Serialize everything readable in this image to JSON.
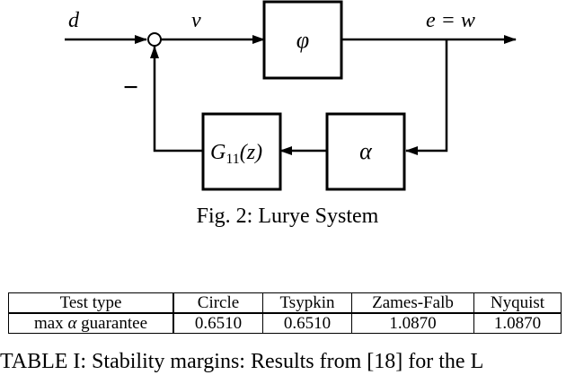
{
  "figure": {
    "signals": {
      "d": "d",
      "v": "v",
      "e_eq_w": "e = w",
      "minus": "−"
    },
    "blocks": {
      "phi": "φ",
      "alpha": "α",
      "g11": "G",
      "g11_sub": "11",
      "g11_arg": "(z)"
    },
    "caption": "Fig. 2: Lurye System"
  },
  "table": {
    "headers": [
      "Test type",
      "Circle",
      "Tsypkin",
      "Zames-Falb",
      "Nyquist"
    ],
    "row": {
      "label_prefix": "max ",
      "label_symbol": "α",
      "label_suffix": " guarantee",
      "values": [
        "0.6510",
        "0.6510",
        "1.0870",
        "1.0870"
      ]
    },
    "caption": "TABLE I: Stability margins: Results from [18] for the L"
  }
}
